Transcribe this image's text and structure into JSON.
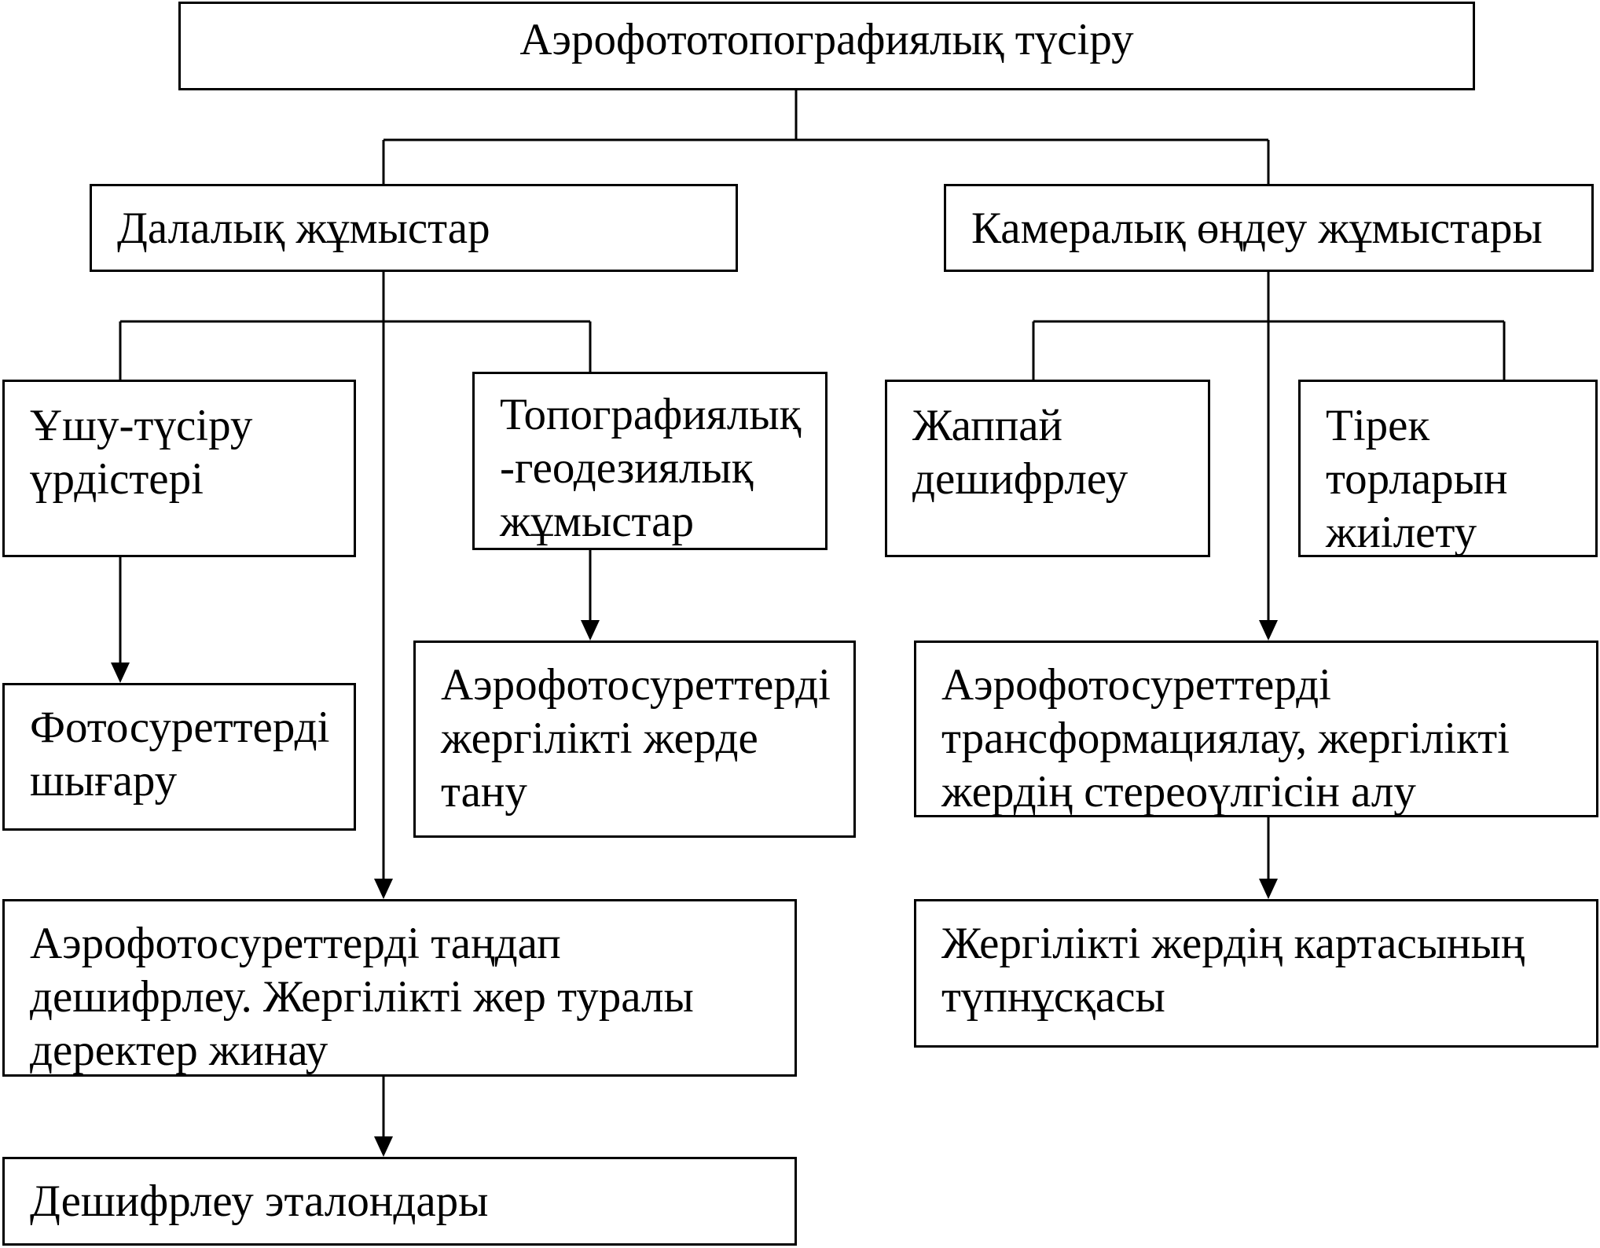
{
  "root": "Аэрофототопографиялық түсіру",
  "field_works": {
    "title": "Далалық жұмыстар",
    "flight": "Ұшу-түсіру\nүрдістері",
    "photo_output": "Фотосуреттерді\nшығару",
    "topo_geodetic": "Топографиялық\n-геодезиялық\nжұмыстар",
    "terrain_recognition": "Аэрофотосуреттерді\nжергілікті жерде\nтану",
    "selective_decoding": "Аэрофотосуреттерді таңдап\nдешифрлеу. Жергілікті жер туралы\nдеректер жинау",
    "decoding_standards": "Дешифрлеу эталондары"
  },
  "office_works": {
    "title": "Камералық өңдеу жұмыстары",
    "mass_decoding": "Жаппай\nдешифрлеу",
    "network_densify": "Тірек\nторларын\nжиілету",
    "transformation": "Аэрофотосуреттерді\nтрансформациялау, жергілікті\nжердің стереоүлгісін алу",
    "map_original": "Жергілікті жердің картасының\nтүпнұсқасы"
  }
}
